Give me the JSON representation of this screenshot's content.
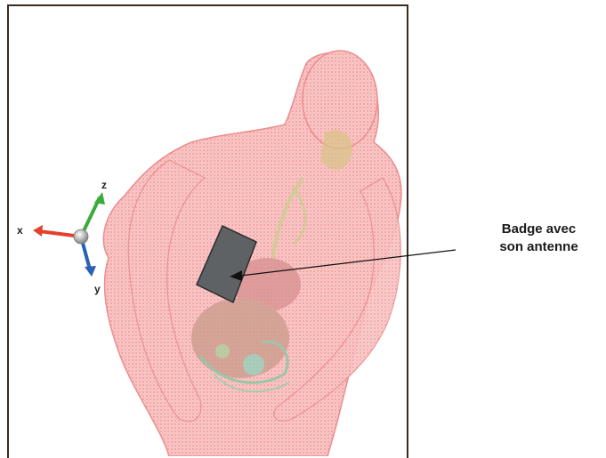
{
  "axes": {
    "x_label": "x",
    "y_label": "y",
    "z_label": "z"
  },
  "callout": {
    "line1": "Badge avec",
    "line2": "son antenne"
  }
}
